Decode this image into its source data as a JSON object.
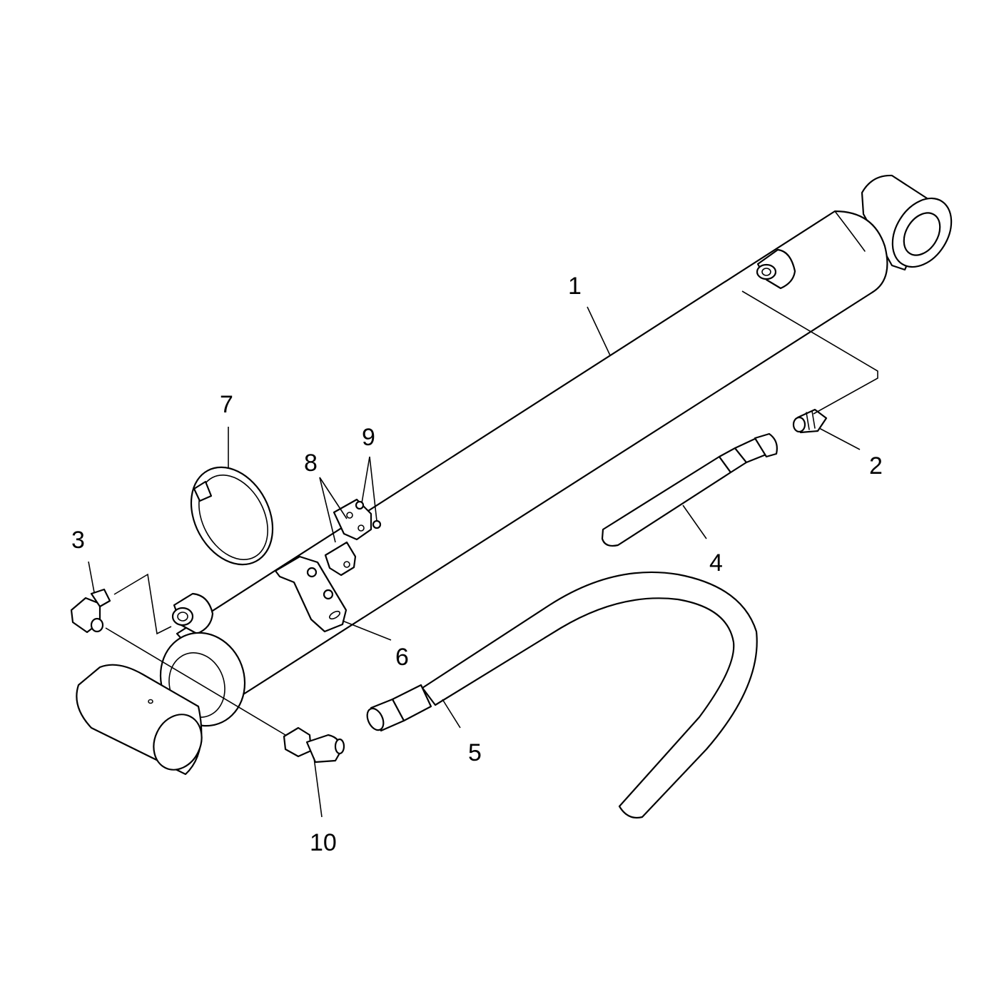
{
  "colors": {
    "line": "#000000",
    "background": "#ffffff"
  },
  "callouts": {
    "c1": "1",
    "c2": "2",
    "c3": "3",
    "c4": "4",
    "c5": "5",
    "c6": "6",
    "c7": "7",
    "c8": "8",
    "c9": "9",
    "c10": "10"
  }
}
